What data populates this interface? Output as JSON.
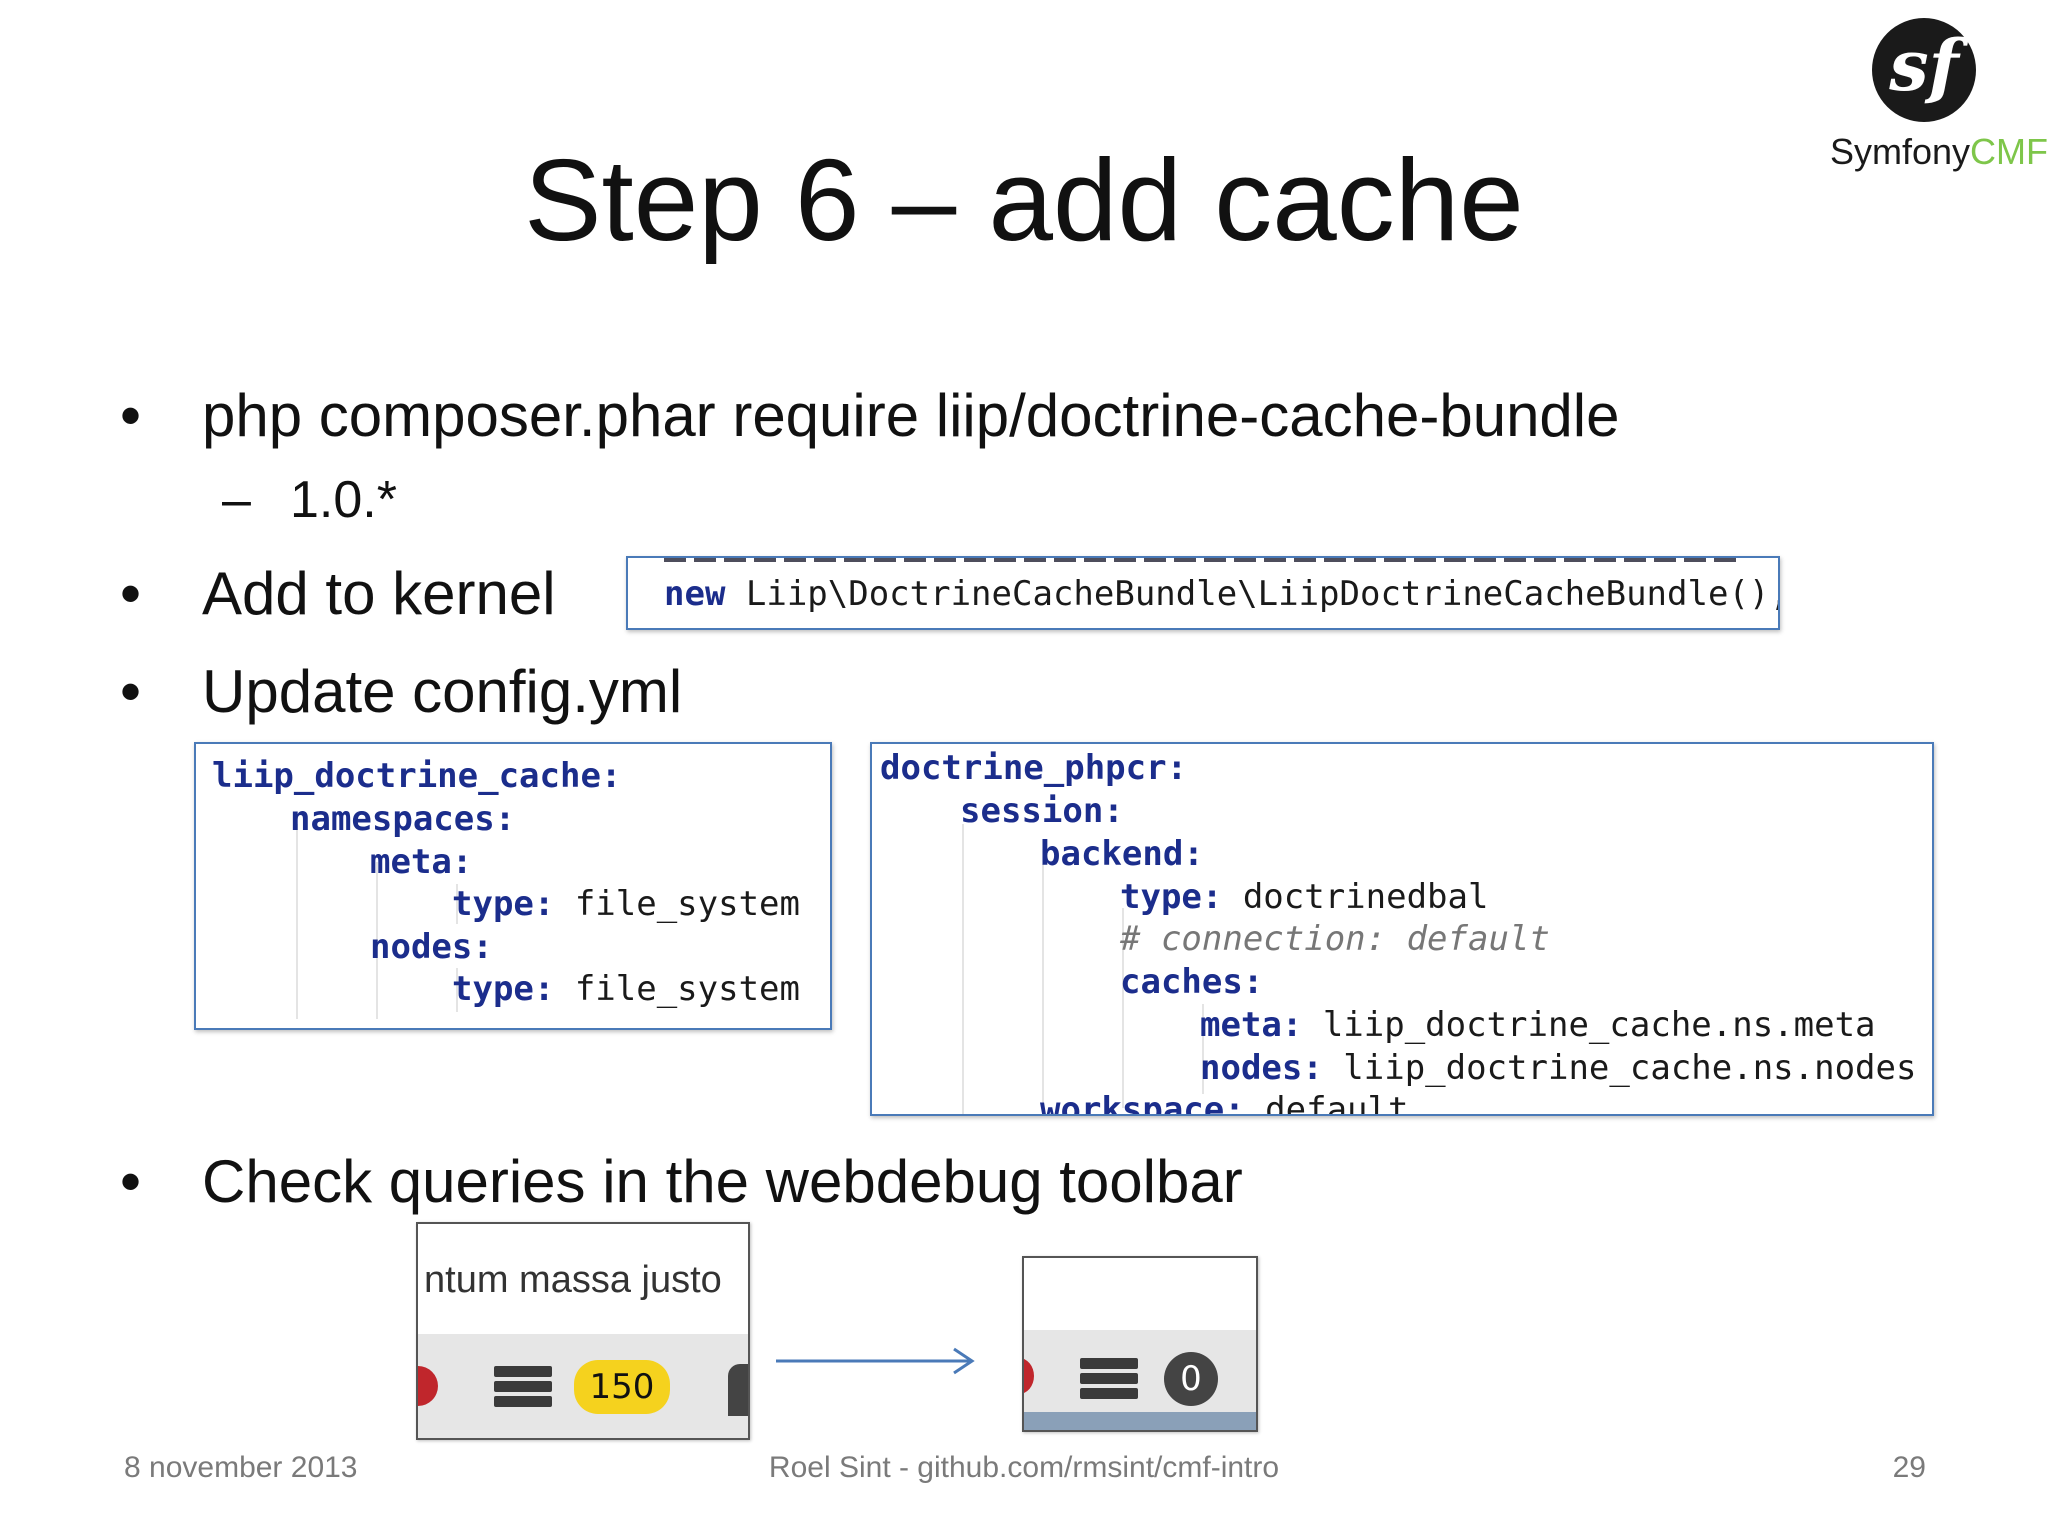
{
  "logo": {
    "symbol": "sf",
    "brand": "Symfony",
    "product": "CMF",
    "brand_color": "#1a1a1a",
    "product_color": "#7ec64a"
  },
  "title": "Step 6 – add cache",
  "bullets": {
    "b1": {
      "marker": "•",
      "text": "php composer.phar require liip/doctrine-cache-bundle"
    },
    "b1_sub": {
      "marker": "–",
      "text": "1.0.*"
    },
    "b2": {
      "marker": "•",
      "text": "Add to kernel"
    },
    "b3": {
      "marker": "•",
      "text": "Update config.yml"
    },
    "b4": {
      "marker": "•",
      "text": "Check queries in the webdebug toolbar"
    }
  },
  "kernel_code": {
    "keyword": "new",
    "rest": " Liip\\DoctrineCacheBundle\\LiipDoctrineCacheBundle(),"
  },
  "config_cache": {
    "l1": "liip_doctrine_cache:",
    "l2": "namespaces:",
    "l3": "meta:",
    "l4_key": "type:",
    "l4_val": " file_system",
    "l5": "nodes:",
    "l6_key": "type:",
    "l6_val": " file_system"
  },
  "config_phpcr": {
    "l1": "doctrine_phpcr:",
    "l2": "session:",
    "l3": "backend:",
    "l4_key": "type:",
    "l4_val": " doctrinedbal",
    "l5_comment": "# connection: default",
    "l6": "caches:",
    "l7_key": "meta:",
    "l7_val": " liip_doctrine_cache.ns.meta",
    "l8_key": "nodes:",
    "l8_val": " liip_doctrine_cache.ns.nodes",
    "l9_key": "workspace:",
    "l9_val": " default"
  },
  "toolbar_before": {
    "text": "ntum massa justo",
    "query_count": "150",
    "badge_color": "#f5d21e",
    "icon": "database-icon"
  },
  "toolbar_after": {
    "query_count": "0",
    "badge_color": "#444444",
    "icon": "database-icon"
  },
  "arrow": {
    "icon": "arrow-right-icon",
    "color": "#4a7ab8"
  },
  "footer": {
    "date": "8 november 2013",
    "author": "Roel Sint - github.com/rmsint/cmf-intro",
    "page": "29"
  }
}
